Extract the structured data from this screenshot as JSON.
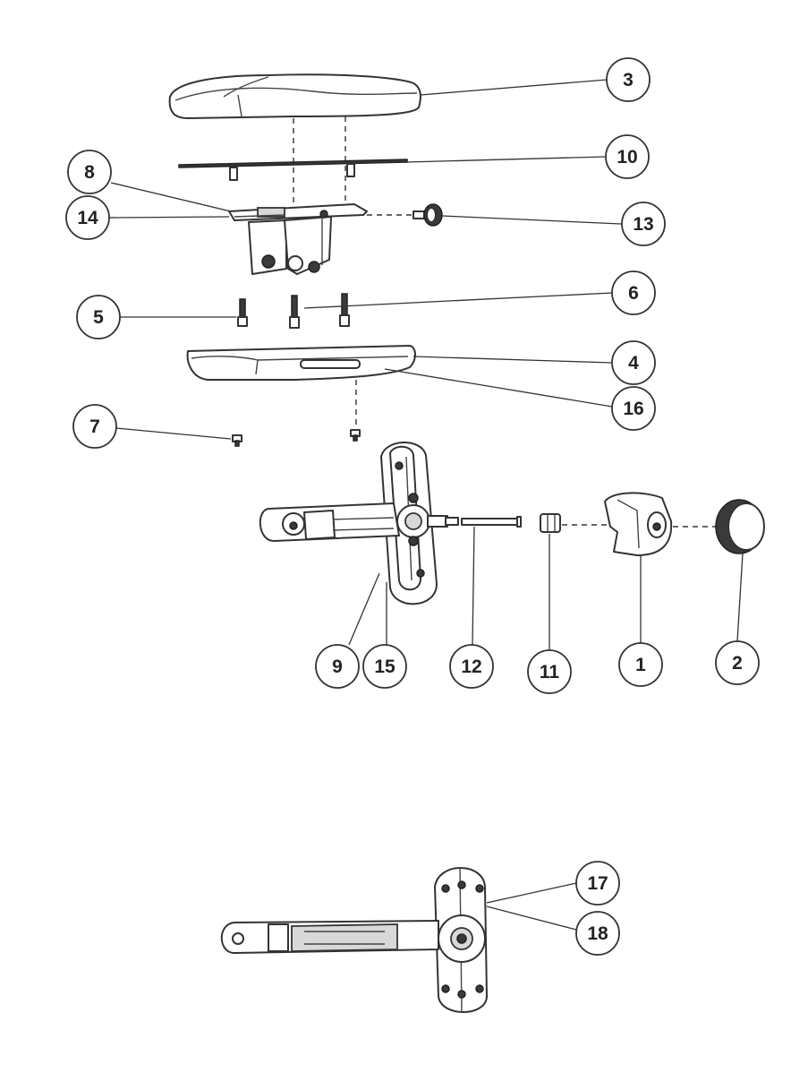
{
  "colors": {
    "line": "#333333",
    "background": "#ffffff",
    "fill_dark": "#3a3a3a",
    "fill_light": "#d8d8d8"
  },
  "callouts": [
    {
      "id": "3",
      "label": "3"
    },
    {
      "id": "10",
      "label": "10"
    },
    {
      "id": "8",
      "label": "8"
    },
    {
      "id": "14",
      "label": "14"
    },
    {
      "id": "13",
      "label": "13"
    },
    {
      "id": "5",
      "label": "5"
    },
    {
      "id": "6",
      "label": "6"
    },
    {
      "id": "4",
      "label": "4"
    },
    {
      "id": "16",
      "label": "16"
    },
    {
      "id": "7",
      "label": "7"
    },
    {
      "id": "9",
      "label": "9"
    },
    {
      "id": "15",
      "label": "15"
    },
    {
      "id": "12",
      "label": "12"
    },
    {
      "id": "11",
      "label": "11"
    },
    {
      "id": "1",
      "label": "1"
    },
    {
      "id": "2",
      "label": "2"
    },
    {
      "id": "17",
      "label": "17"
    },
    {
      "id": "18",
      "label": "18"
    }
  ]
}
